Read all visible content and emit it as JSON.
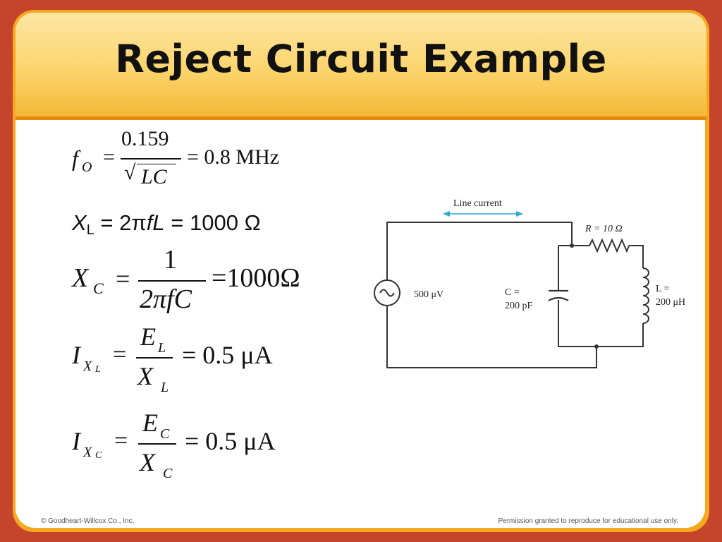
{
  "slide": {
    "title": "Reject Circuit Example",
    "footer_left": "© Goodheart-Willcox Co., Inc.",
    "footer_right": "Permission granted to reproduce for educational use only."
  },
  "equations": {
    "fo": {
      "var": "f",
      "sub": "O",
      "eq": "=",
      "num": "0.159",
      "sqrt": "√",
      "den": "LC",
      "result": "= 0.8 MHz"
    },
    "xl": {
      "var": "X",
      "sub": "L",
      "mid": " = 2π",
      "f": "f",
      "l": "L",
      "result": " = 1000 Ω"
    },
    "xc": {
      "var": "X",
      "sub": "C",
      "eq": "=",
      "num": "1",
      "den": "2πfC",
      "result": "=1000Ω"
    },
    "ixl": {
      "var": "I",
      "sub1": "X",
      "sub2": "L",
      "eq": "=",
      "num": "E",
      "num_sub": "L",
      "den": "X",
      "den_sub": "L",
      "result": "= 0.5 μA"
    },
    "ixc": {
      "var": "I",
      "sub1": "X",
      "sub2": "C",
      "eq": "=",
      "num": "E",
      "num_sub": "C",
      "den": "X",
      "den_sub": "C",
      "result": "= 0.5 μA"
    }
  },
  "circuit": {
    "line_current": "Line current",
    "source": "500 μV",
    "r_label": "R = 10 Ω",
    "c_label_1": "C =",
    "c_label_2": "200 pF",
    "l_label_1": "L =",
    "l_label_2": "200 μH"
  }
}
